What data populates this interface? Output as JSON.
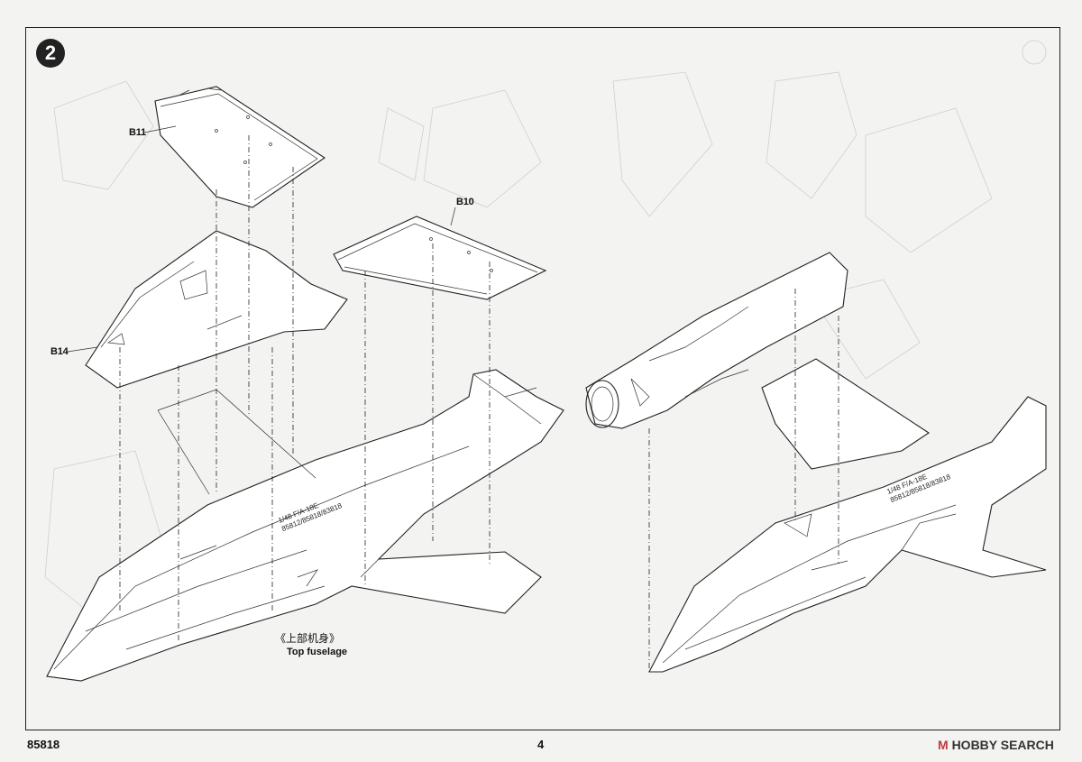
{
  "step": {
    "number": "2"
  },
  "parts": {
    "b11": "B11",
    "b10": "B10",
    "b14": "B14"
  },
  "assembly": {
    "name_cn": "《上部机身》",
    "name_en": "Top fuselage"
  },
  "fuselage_marking": {
    "line1": "1/48 F/A-18E",
    "line2": "85812/85818/83818"
  },
  "footer": {
    "kit_number": "85818",
    "page_number": "4",
    "watermark_brand": "HOBBY SEARCH",
    "watermark_symbol": "M"
  }
}
